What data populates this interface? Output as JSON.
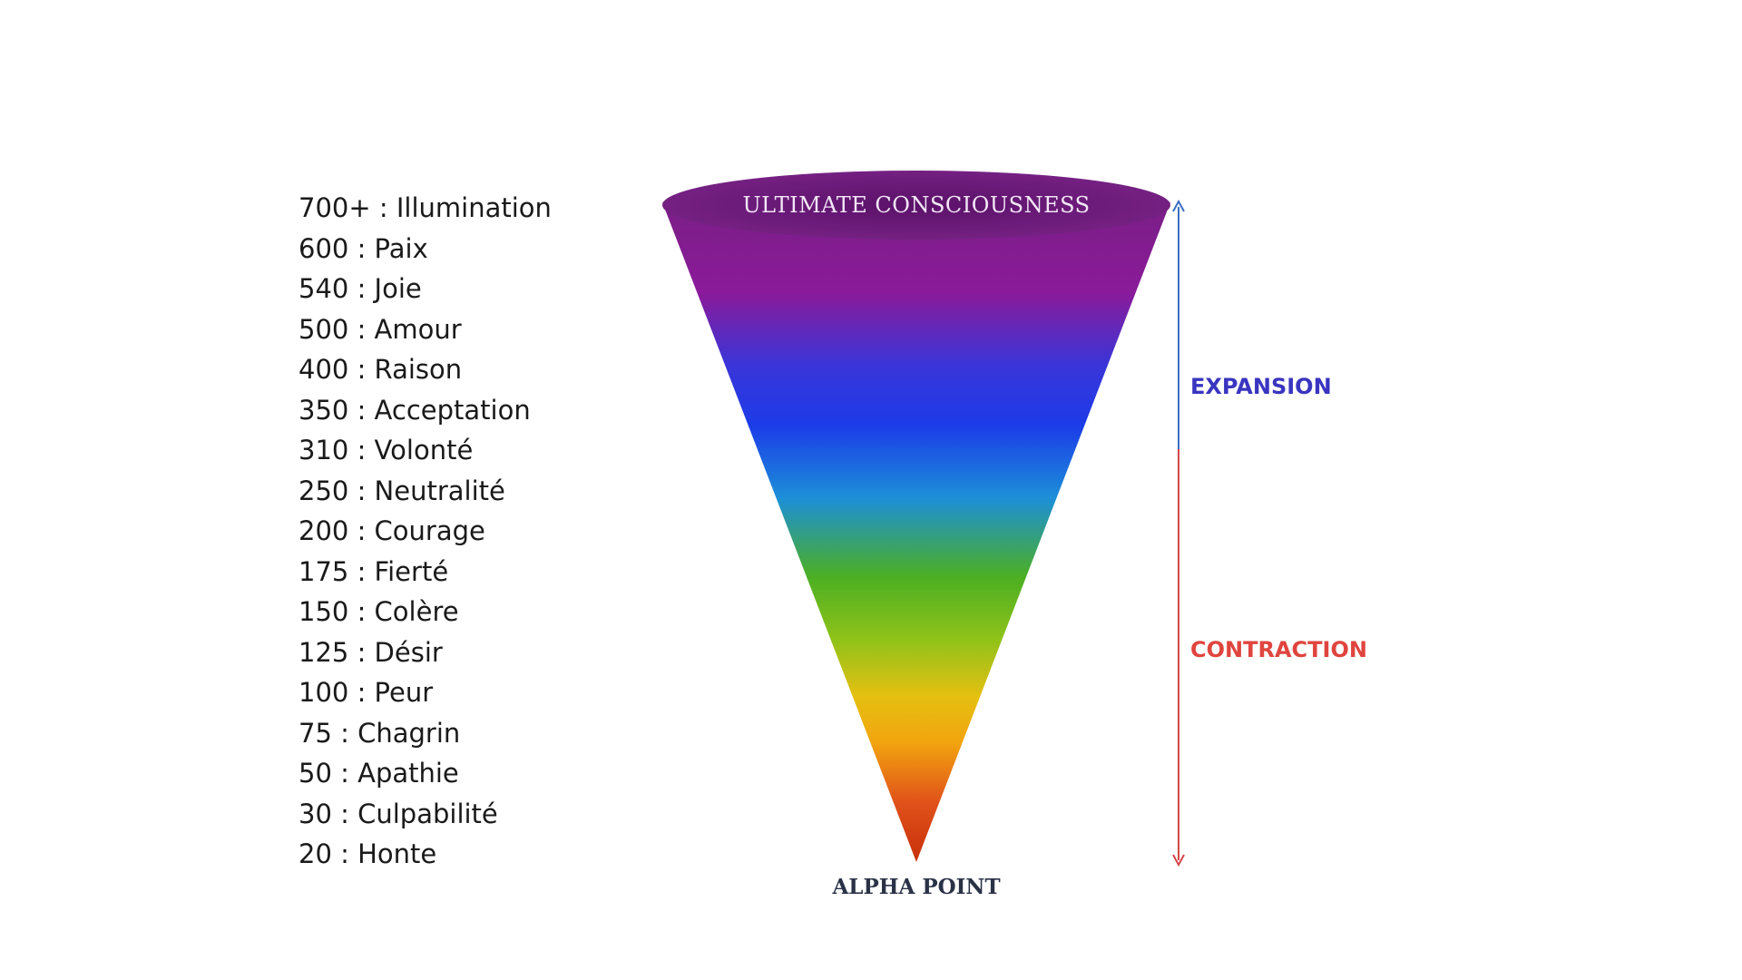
{
  "levels": [
    "700+ : Illumination",
    "600 : Paix",
    "540 : Joie",
    "500 : Amour",
    "400 : Raison",
    "350 : Acceptation",
    "310 : Volonté",
    "250 : Neutralité",
    "200 : Courage",
    "175 : Fierté",
    "150 : Colère",
    "125 : Désir",
    "100 : Peur",
    "75 : Chagrin",
    "50 : Apathie",
    "30 : Culpabilité",
    "20 : Honte"
  ],
  "cone": {
    "top_label": "ULTIMATE CONSCIOUSNESS",
    "bottom_label": "ALPHA POINT"
  },
  "axis": {
    "expansion_label": "EXPANSION",
    "contraction_label": "CONTRACTION",
    "expansion_color": "#3a35c0",
    "contraction_color": "#e0443e"
  },
  "colors": {
    "cone_gradient": [
      "#7a1f86",
      "#8a1a99",
      "#3a35d9",
      "#1c3be8",
      "#1c8fd8",
      "#5cb91c",
      "#e5c011",
      "#f2a40f",
      "#e0521a",
      "#c8300a"
    ],
    "ellipse": "#5e1670"
  }
}
